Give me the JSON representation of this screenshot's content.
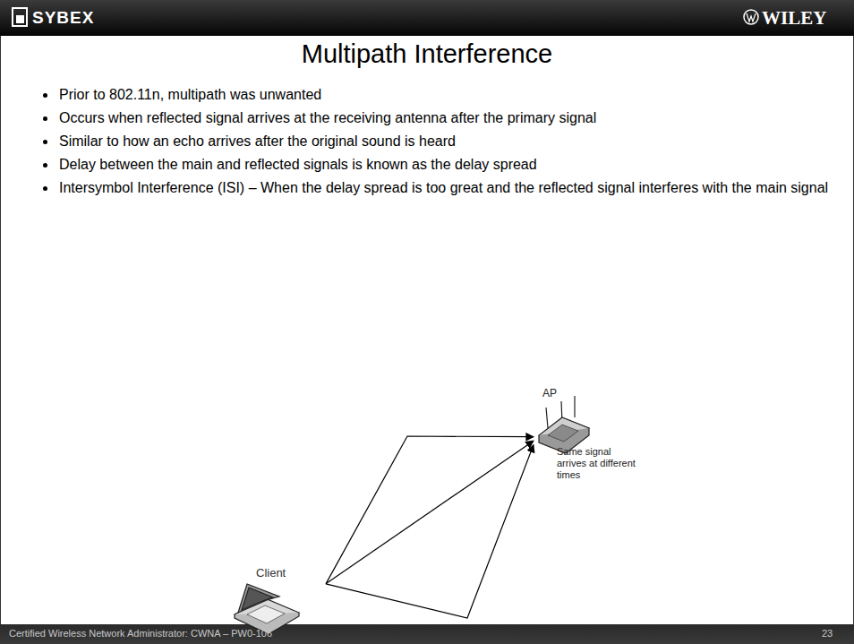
{
  "diagram": {
    "title": "Multipath Interference",
    "nodes": [
      {
        "text": [
          "Client"
        ]
      },
      {
        "text": [
          "AP",
          "Same signal arrives at different times"
        ]
      }
    ],
    "edges": [
      {
        "from": 0,
        "to": 1,
        "arrow": "to"
      },
      {
        "from": 0,
        "to": 1,
        "arrow": "to"
      },
      {
        "from": 0,
        "to": 1,
        "arrow": "to"
      }
    ],
    "labels": [
      "SYBEX",
      "WILEY",
      "Prior to 802.11n, multipath was unwanted",
      "Occurs when reflected signal arrives at the receiving antenna after the primary signal",
      "Similar to how an echo arrives after the original sound is heard",
      "Delay between the main and reflected signals is known as the delay spread",
      "Intersymbol Interference (ISI) – When the delay spread is too great and the reflected signal interferes with the main signal",
      "Certified Wireless Network Administrator: CWNA – PW0-106",
      "23"
    ]
  }
}
